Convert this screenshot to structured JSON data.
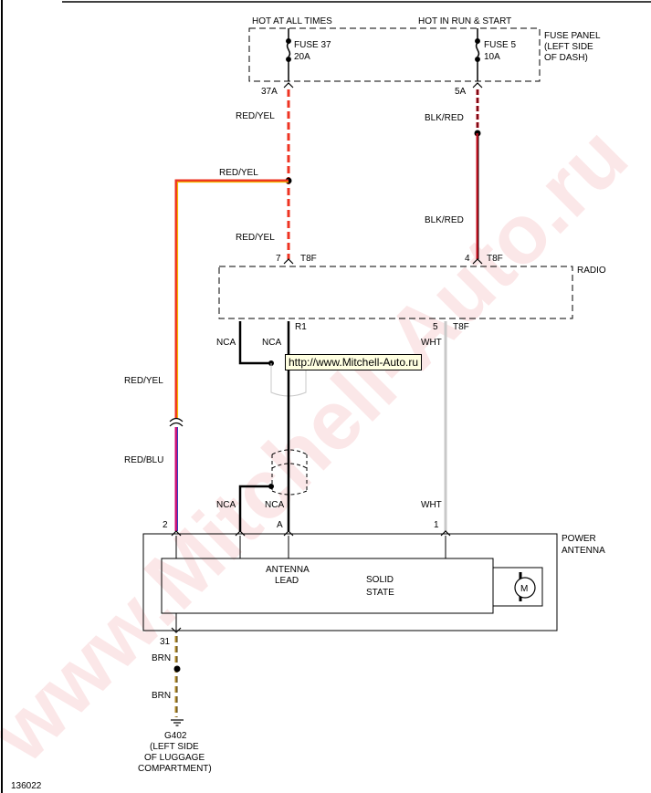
{
  "watermark": "www.Mitchell-Auto.ru",
  "tooltip_url": "http://www.Mitchell-Auto.ru",
  "figure_id": "136022",
  "fuse_panel": {
    "hot_at_all_times": "HOT AT ALL TIMES",
    "hot_in_run_start": "HOT IN RUN & START",
    "title_line1": "FUSE PANEL",
    "title_line2": "(LEFT SIDE",
    "title_line3": "OF DASH)",
    "fuse37_name": "FUSE 37",
    "fuse37_rating": "20A",
    "fuse37_terminal": "37A",
    "fuse5_name": "FUSE 5",
    "fuse5_rating": "10A",
    "fuse5_terminal": "5A"
  },
  "wires": {
    "red_yel_1": "RED/YEL",
    "red_yel_2": "RED/YEL",
    "red_yel_3": "RED/YEL",
    "red_yel_4": "RED/YEL",
    "blk_red_1": "BLK/RED",
    "blk_red_2": "BLK/RED",
    "red_blu": "RED/BLU",
    "nca_1": "NCA",
    "nca_2": "NCA",
    "nca_3": "NCA",
    "nca_4": "NCA",
    "wht_1": "WHT",
    "wht_2": "WHT",
    "brn_1": "BRN",
    "brn_2": "BRN"
  },
  "radio": {
    "title": "RADIO",
    "pin7": "7",
    "pin7_conn": "T8F",
    "pin4": "4",
    "pin4_conn": "T8F",
    "pin_r1": "R1",
    "pin5": "5",
    "pin5_conn": "T8F"
  },
  "power_antenna": {
    "title_line1": "POWER",
    "title_line2": "ANTENNA",
    "pin2": "2",
    "pin_a": "A",
    "pin1": "1",
    "pin31": "31",
    "antenna_lead_1": "ANTENNA",
    "antenna_lead_2": "LEAD",
    "solid_state_1": "SOLID",
    "solid_state_2": "STATE",
    "motor": "M"
  },
  "ground": {
    "name": "G402",
    "loc1": "(LEFT SIDE",
    "loc2": "OF LUGGAGE",
    "loc3": "COMPARTMENT)"
  },
  "colors": {
    "red_yel": "#ee3322",
    "yellow": "#f2b800",
    "blk_red": "#cc1122",
    "red_blu": "#cc1177",
    "blue": "#3344bb",
    "wht": "#c8c8c8",
    "brn": "#b08a2a",
    "black": "#000000"
  }
}
